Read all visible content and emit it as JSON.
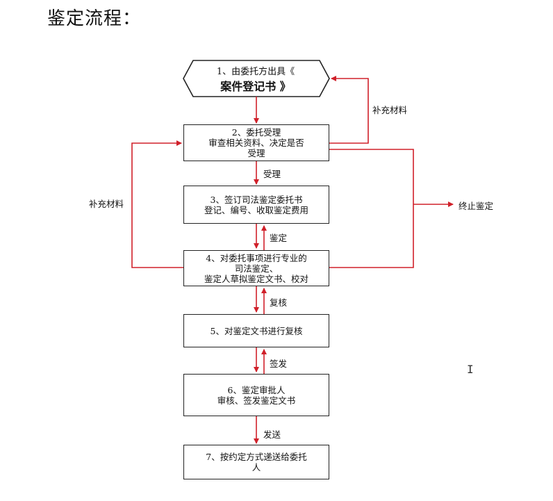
{
  "title": "鉴定流程：",
  "steps": [
    {
      "lines": [
        "1、由委托方出具《",
        "案件登记书 》"
      ]
    },
    {
      "lines": [
        "2、委托受理",
        "审查相关资料、决定是否",
        "受理"
      ]
    },
    {
      "lines": [
        "3、签订司法鉴定委托书",
        "登记、编号、收取鉴定费用"
      ]
    },
    {
      "lines": [
        "4、对委托事项进行专业的",
        "司法鉴定、",
        "鉴定人草拟鉴定文书、校对"
      ]
    },
    {
      "lines": [
        "5、对鉴定文书进行复核"
      ]
    },
    {
      "lines": [
        "6、鉴定审批人",
        "审核、签发鉴定文书"
      ]
    },
    {
      "lines": [
        "7、按约定方式递送给委托",
        "人"
      ]
    }
  ],
  "labels": {
    "supplement_right": "补充材料",
    "supplement_left": "补充材料",
    "accept": "受理",
    "terminate": "终止鉴定",
    "appraise": "鉴定",
    "review": "复核",
    "sign": "签发",
    "deliver": "发送"
  },
  "colors": {
    "arrow": "#d0202a",
    "border": "#222222"
  }
}
